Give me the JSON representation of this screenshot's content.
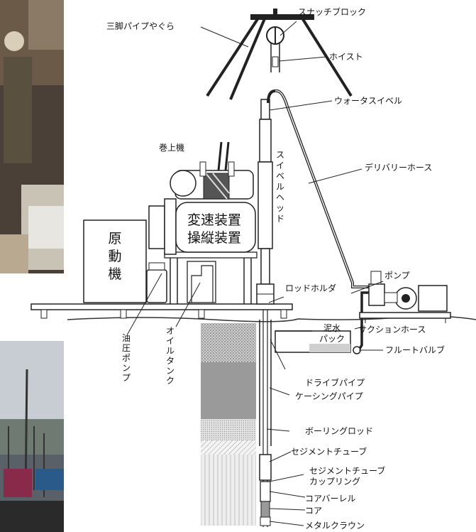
{
  "labels": {
    "tripod": "三脚パイプやぐら",
    "snatch_block": "スナッチブロック",
    "hoist": "ホイスト",
    "water_swivel": "ウォータスイベル",
    "winch": "巻上機",
    "swivel_head": "スイベルヘッド",
    "delivery_hose": "デリバリーホース",
    "transmission": "変速装置",
    "control": "操縦装置",
    "prime_mover": "原動機",
    "rod_holder": "ロッドホルダ",
    "pump": "ポンプ",
    "suction_hose": "サクションホース",
    "mud_pack": "泥水パック",
    "foot_valve": "フルートバルブ",
    "hydraulic_pump": "油圧ポンプ",
    "oil_tank": "オイルタンク",
    "drive_pipe": "ドライブパイプ",
    "casing_pipe": "ケーシングパイプ",
    "boring_rod": "ボーリングロッド",
    "sediment_tube": "セジメントチューブ",
    "sediment_coupling": "セジメントチューブカップリング",
    "core_barrel": "コアバーレル",
    "core": "コア",
    "metal_crown": "メタルクラウン"
  },
  "photos": {
    "top": "worker-photo",
    "bottom": "harbor-photo"
  }
}
